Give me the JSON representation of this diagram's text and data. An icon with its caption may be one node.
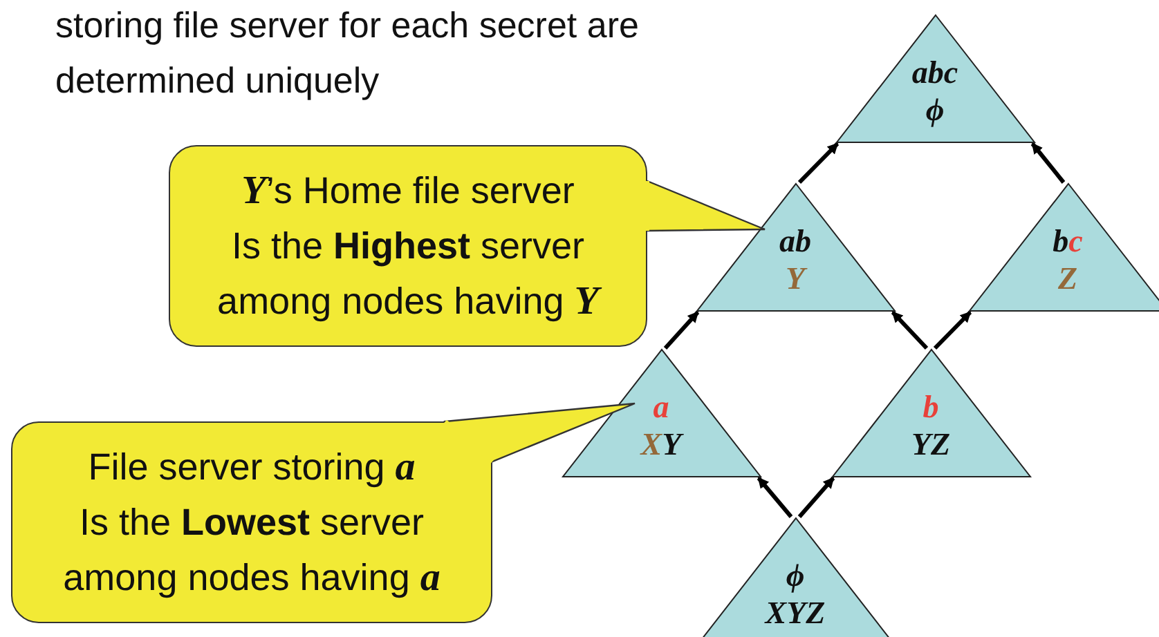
{
  "diagram": {
    "nodes": [
      {
        "text": [
          "abc",
          "ϕ"
        ]
      },
      {
        "text": [
          "*Y*’s Home file server Is the **Highest** server among nodes having *Y*"
        ]
      },
      {
        "text": [
          "ab",
          "Y"
        ]
      },
      {
        "text": [
          "bc",
          "Z"
        ]
      },
      {
        "text": [
          "File server storing *a* Is the **Lowest** server among nodes having *a*"
        ]
      },
      {
        "text": [
          "a",
          "XY"
        ]
      },
      {
        "text": [
          "b",
          "YZ"
        ]
      },
      {
        "text": [
          "ϕ",
          "XYZ"
        ]
      }
    ],
    "edges": [
      {
        "from": 7,
        "to": 5,
        "arrow": "to"
      },
      {
        "from": 7,
        "to": 6,
        "arrow": "to"
      },
      {
        "from": 5,
        "to": 2,
        "arrow": "to"
      },
      {
        "from": 6,
        "to": 2,
        "arrow": "to"
      },
      {
        "from": 6,
        "to": 3,
        "arrow": "to"
      },
      {
        "from": 2,
        "to": 0,
        "arrow": "to"
      },
      {
        "from": 3,
        "to": 0,
        "arrow": "to"
      }
    ],
    "labels": [
      "storing file server for each secret are determined uniquely"
    ]
  }
}
